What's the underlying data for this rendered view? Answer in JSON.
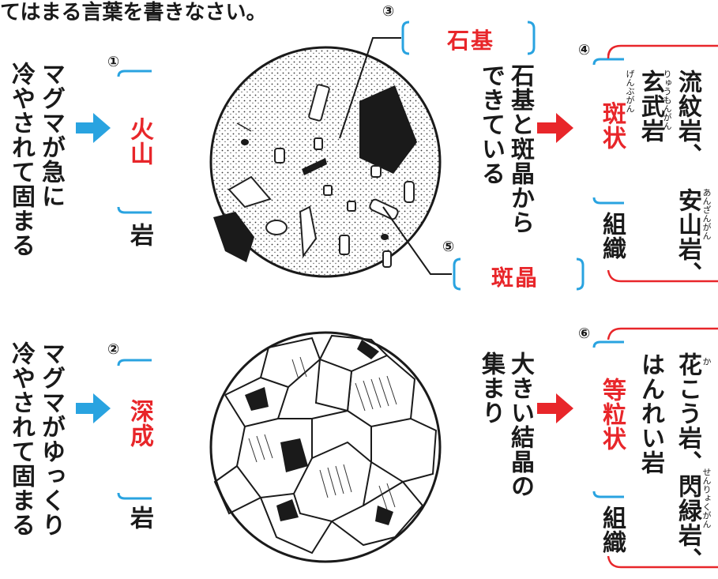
{
  "header": {
    "instruction": "てはまる言葉を書きなさい。"
  },
  "colors": {
    "answer": "#e8262a",
    "bracket_blue": "#29a3e0",
    "bracket_red": "#e8262a",
    "ink": "#1a1a1a"
  },
  "row1": {
    "cooling": [
      "冷やされて固まる",
      "マグマが急に"
    ],
    "num1": "①",
    "answer1": "火山",
    "suffix1": "岩",
    "num3": "③",
    "answer3": "石基",
    "num5": "⑤",
    "answer5": "斑晶",
    "description": [
      "石基と斑晶から",
      "できている"
    ],
    "num4": "④",
    "answer4": "斑状",
    "suffix4": "組織",
    "rocks": [
      {
        "text": "流紋岩、",
        "ruby": "りゅうもんがん"
      },
      {
        "text": "安山岩、",
        "ruby": "あんざんがん"
      },
      {
        "text": "玄武岩",
        "ruby": "げんぶがん"
      }
    ]
  },
  "row2": {
    "cooling": [
      "冷やされて固まる",
      "マグマがゆっくり"
    ],
    "num2": "②",
    "answer2": "深成",
    "suffix2": "岩",
    "description": [
      "大きい結晶の",
      "集まり"
    ],
    "num6": "⑥",
    "answer6": "等粒状",
    "suffix6": "組織",
    "rocks": [
      {
        "text": "花こう岩、",
        "ruby": "か"
      },
      {
        "text": "閃緑岩、",
        "ruby": "せんりょくがん"
      },
      {
        "text": "はんれい岩",
        "ruby": ""
      }
    ]
  }
}
